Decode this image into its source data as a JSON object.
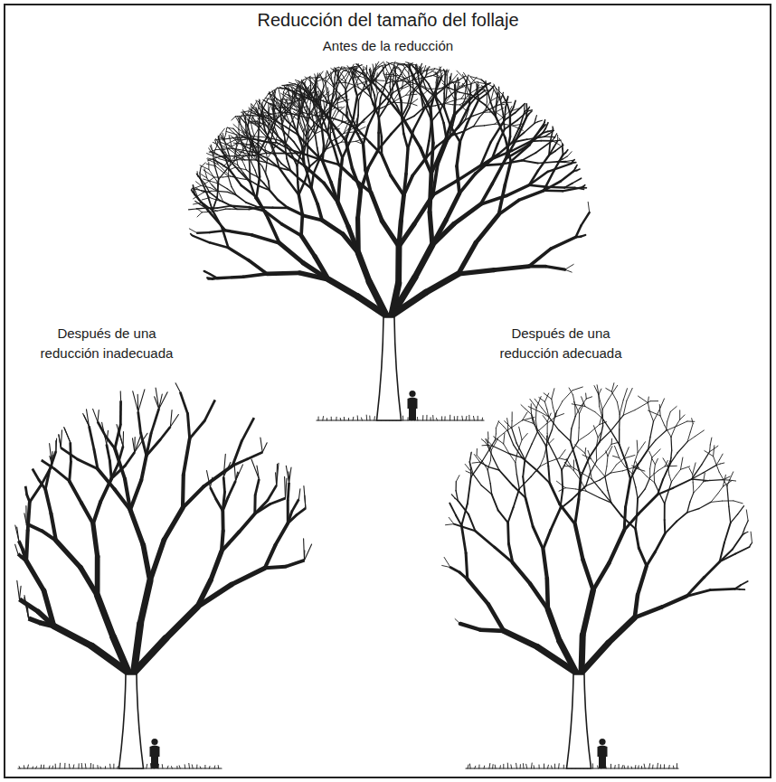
{
  "diagram": {
    "title": "Reducción del tamaño del follaje",
    "labels": [
      "Antes de la reducción",
      "Después de una reducción inadecuada",
      "Después de una reducción adecuada"
    ]
  }
}
